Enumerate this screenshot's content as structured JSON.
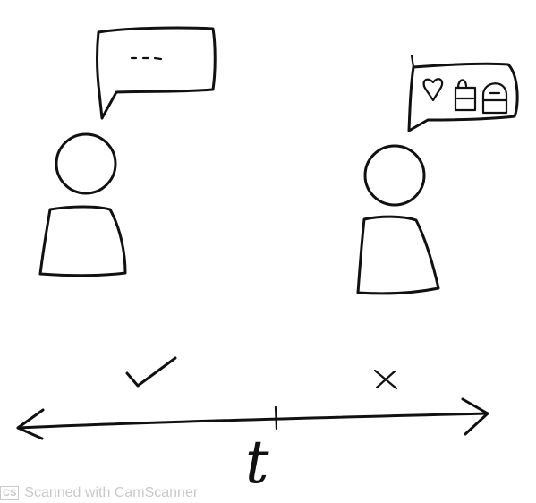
{
  "timeline_label": "t",
  "left_bubble": {
    "content": "..."
  },
  "right_bubble": {
    "icons": [
      "heart-icon",
      "bag-icon",
      "lock-icon"
    ]
  },
  "marks": {
    "left": "check",
    "right": "cross"
  },
  "watermark": {
    "logo": "CS",
    "text": "Scanned with CamScanner"
  },
  "colors": {
    "ink": "#111111",
    "watermark": "#c9c9c9",
    "background": "#ffffff"
  }
}
